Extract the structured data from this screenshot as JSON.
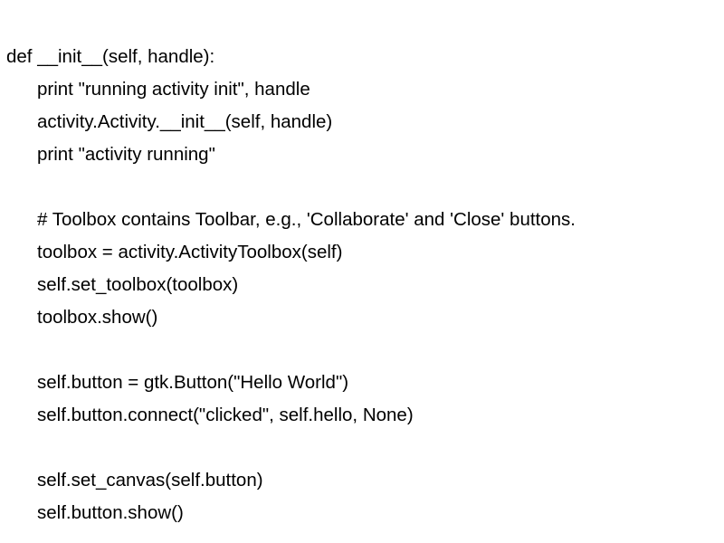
{
  "code": {
    "lines": [
      "def __init__(self, handle):",
      "print \"running activity init\", handle",
      "activity.Activity.__init__(self, handle)",
      "print \"activity running\"",
      "",
      "# Toolbox contains Toolbar, e.g., 'Collaborate' and 'Close' buttons.",
      "toolbox = activity.ActivityToolbox(self)",
      "self.set_toolbox(toolbox)",
      "toolbox.show()",
      "",
      "self.button = gtk.Button(\"Hello World\")",
      "self.button.connect(\"clicked\", self.hello, None)",
      "",
      "self.set_canvas(self.button)",
      "self.button.show()"
    ]
  }
}
